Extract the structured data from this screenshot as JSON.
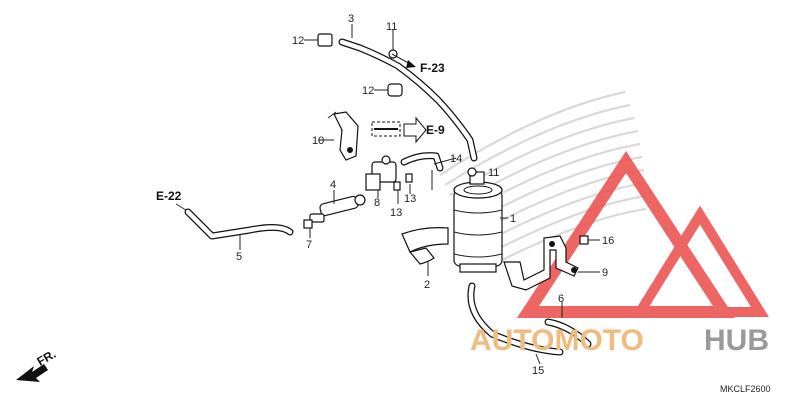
{
  "diagram": {
    "code": "MKCLF2600",
    "front_marker": "FR.",
    "refs": {
      "f23": "F-23",
      "e9": "E-9",
      "e22": "E-22"
    },
    "callouts": {
      "c1": "1",
      "c2": "2",
      "c3": "3",
      "c4": "4",
      "c5": "5",
      "c6": "6",
      "c7": "7",
      "c8": "8",
      "c9": "9",
      "c10": "10",
      "c11a": "11",
      "c11b": "11",
      "c12a": "12",
      "c12b": "12",
      "c13a": "13",
      "c13b": "13",
      "c14": "14",
      "c15": "15",
      "c16": "16"
    }
  },
  "watermark": {
    "text_accent": "AUTOMOTO",
    "text_gray": "HUB",
    "accent_color": "#e8413f",
    "text_color": "#f1ba7f"
  }
}
